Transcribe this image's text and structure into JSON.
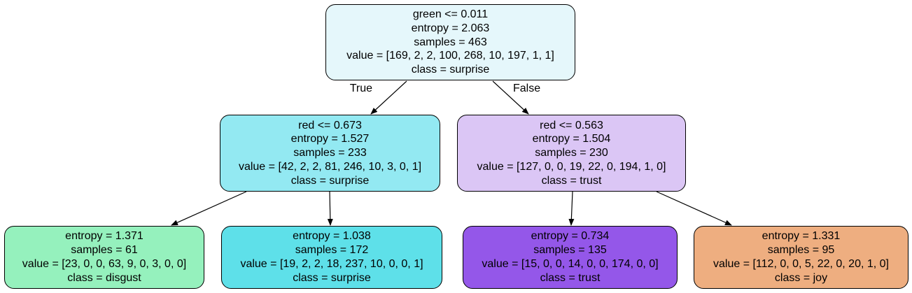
{
  "tree": {
    "nodes": [
      {
        "id": "root",
        "lines": [
          "green <= 0.011",
          "entropy = 2.063",
          "samples = 463",
          "value = [169, 2, 2, 100, 268, 10, 197, 1, 1]",
          "class = surprise"
        ],
        "fill": "#e5f7fb"
      },
      {
        "id": "left",
        "lines": [
          "red <= 0.673",
          "entropy = 1.527",
          "samples = 233",
          "value = [42, 2, 2, 81, 246, 10, 3, 0, 1]",
          "class = surprise"
        ],
        "fill": "#93e9f2"
      },
      {
        "id": "right",
        "lines": [
          "red <= 0.563",
          "entropy = 1.504",
          "samples = 230",
          "value = [127, 0, 0, 19, 22, 0, 194, 1, 0]",
          "class = trust"
        ],
        "fill": "#dbc6f5"
      },
      {
        "id": "ll",
        "lines": [
          "entropy = 1.371",
          "samples = 61",
          "value = [23, 0, 0, 63, 9, 0, 3, 0, 0]",
          "class = disgust"
        ],
        "fill": "#95f1bd"
      },
      {
        "id": "lr",
        "lines": [
          "entropy = 1.038",
          "samples = 172",
          "value = [19, 2, 2, 18, 237, 10, 0, 0, 1]",
          "class = surprise"
        ],
        "fill": "#5ee0e9"
      },
      {
        "id": "rl",
        "lines": [
          "entropy = 0.734",
          "samples = 135",
          "value = [15, 0, 0, 14, 0, 0, 174, 0, 0]",
          "class = trust"
        ],
        "fill": "#9457e9"
      },
      {
        "id": "rr",
        "lines": [
          "entropy = 1.331",
          "samples = 95",
          "value = [112, 0, 0, 5, 22, 0, 20, 1, 0]",
          "class = joy"
        ],
        "fill": "#eeae80"
      }
    ],
    "edges": [
      {
        "from": "root",
        "to": "left",
        "label": "True"
      },
      {
        "from": "root",
        "to": "right",
        "label": "False"
      },
      {
        "from": "left",
        "to": "ll",
        "label": ""
      },
      {
        "from": "left",
        "to": "lr",
        "label": ""
      },
      {
        "from": "right",
        "to": "rl",
        "label": ""
      },
      {
        "from": "right",
        "to": "rr",
        "label": ""
      }
    ]
  }
}
